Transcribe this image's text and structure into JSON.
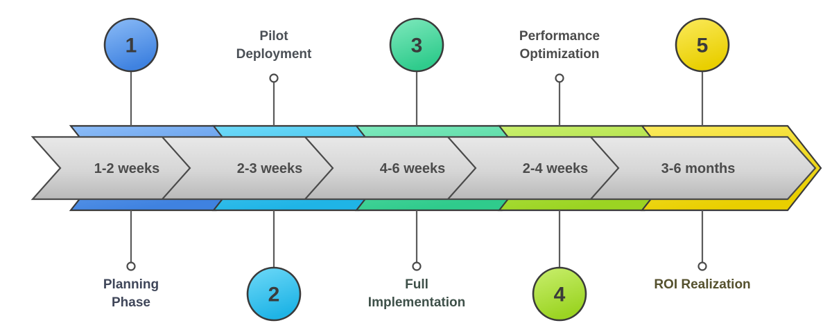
{
  "diagram": {
    "type": "process-timeline",
    "orientation": "horizontal",
    "background_color": "#ffffff",
    "band": {
      "fill_top": "#e2e2e2",
      "fill_bottom": "#bdbdbd",
      "stroke": "#4a4a4a",
      "text_color": "#4b4b4b"
    },
    "steps": [
      {
        "number": "1",
        "duration": "1-2 weeks",
        "label_line1": "Planning",
        "label_line2": "Phase",
        "label_full": "Planning Phase",
        "color": "#5b9bf0",
        "color_light": "#8cbcf7",
        "color_dark": "#3f82e0",
        "label_color": "#3f4659",
        "marker_position": "above",
        "label_position": "below",
        "marker_type": "numbered-circle"
      },
      {
        "number": "2",
        "duration": "2-3 weeks",
        "label_line1": "Pilot",
        "label_line2": "Deployment",
        "label_full": "Pilot Deployment",
        "color": "#35c6f4",
        "color_light": "#6ed9f8",
        "color_dark": "#1fb4e6",
        "label_color": "#4a4f55",
        "marker_position": "below",
        "label_position": "above",
        "marker_type": "numbered-circle"
      },
      {
        "number": "3",
        "duration": "4-6 weeks",
        "label_line1": "Full",
        "label_line2": "Implementation",
        "label_full": "Full Implementation",
        "color": "#4ddba1",
        "color_light": "#7fe9bd",
        "color_dark": "#2fcb8c",
        "label_color": "#3e5049",
        "marker_position": "above",
        "label_position": "below",
        "marker_type": "numbered-circle"
      },
      {
        "number": "4",
        "duration": "2-4 weeks",
        "label_line1": "Performance",
        "label_line2": "Optimization",
        "label_full": "Performance Optimization",
        "color": "#b0e33c",
        "color_light": "#c9ef6e",
        "color_dark": "#9bd422",
        "label_color": "#4b4b4b",
        "marker_position": "below",
        "label_position": "above",
        "marker_type": "numbered-circle"
      },
      {
        "number": "5",
        "duration": "3-6 months",
        "label_line1": "ROI Realization",
        "label_line2": "",
        "label_full": "ROI Realization",
        "color": "#f5dd17",
        "color_light": "#fbea5c",
        "color_dark": "#e9cf00",
        "label_color": "#55512e",
        "marker_position": "above",
        "label_position": "below",
        "marker_type": "numbered-circle"
      }
    ]
  }
}
